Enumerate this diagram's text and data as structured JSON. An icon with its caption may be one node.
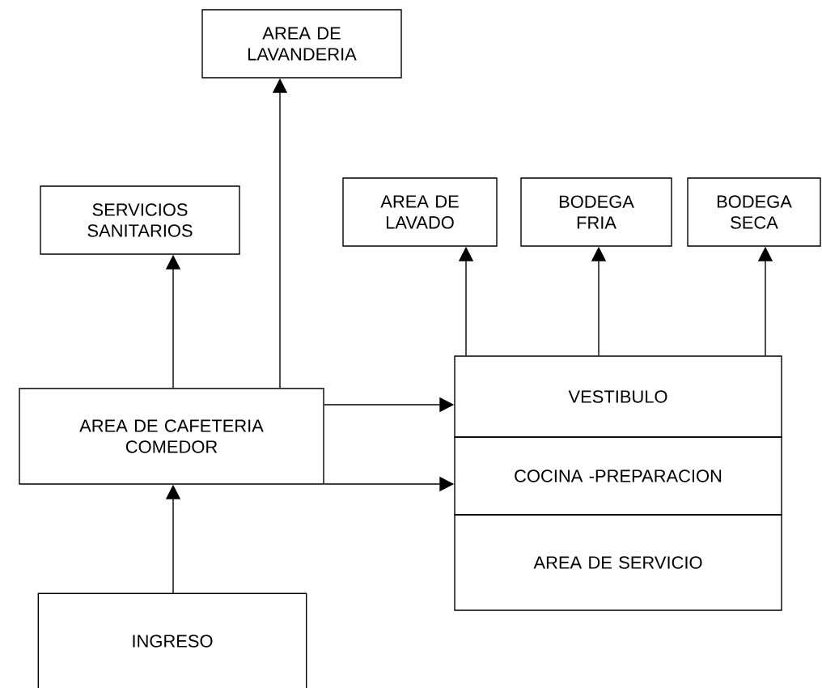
{
  "diagram": {
    "nodes": [
      {
        "text": [
          "AREA DE LAVANDERIA"
        ]
      },
      {
        "text": [
          "SERVICIOS SANITARIOS"
        ]
      },
      {
        "text": [
          "AREA DE LAVADO"
        ]
      },
      {
        "text": [
          "BODEGA FRIA"
        ]
      },
      {
        "text": [
          "BODEGA SECA"
        ]
      },
      {
        "text": [
          "AREA DE CAFETERIA COMEDOR"
        ]
      },
      {
        "text": [
          "VESTIBULO"
        ]
      },
      {
        "text": [
          "COCINA -PREPARACION"
        ]
      },
      {
        "text": [
          "AREA DE SERVICIO"
        ]
      },
      {
        "text": [
          "INGRESO"
        ]
      }
    ],
    "edges": [
      {
        "from": 9,
        "to": 5,
        "arrow": "to"
      },
      {
        "from": 5,
        "to": 1,
        "arrow": "to"
      },
      {
        "from": 5,
        "to": 0,
        "arrow": "to"
      },
      {
        "from": 6,
        "to": 2,
        "arrow": "to"
      },
      {
        "from": 6,
        "to": 3,
        "arrow": "to"
      },
      {
        "from": 6,
        "to": 4,
        "arrow": "to"
      },
      {
        "from": 5,
        "to": 6,
        "arrow": "to"
      },
      {
        "from": 5,
        "to": 7,
        "arrow": "to"
      }
    ]
  }
}
